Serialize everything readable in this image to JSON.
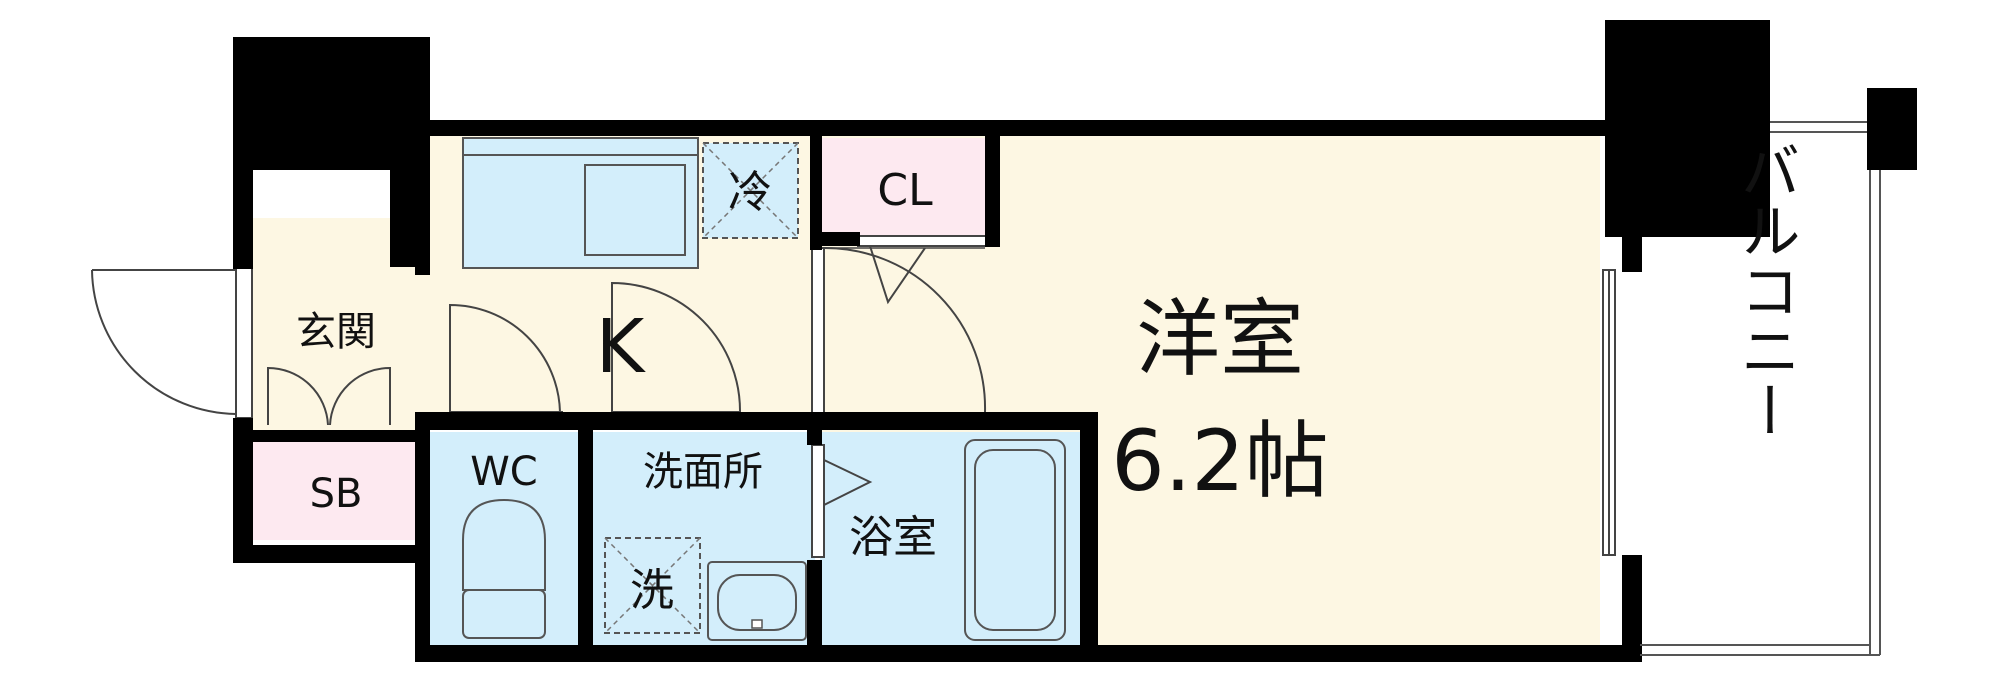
{
  "labels": {
    "western_room": "洋室",
    "western_room_size": "6.2帖",
    "kitchen": "K",
    "entrance": "玄関",
    "shoe_box": "SB",
    "toilet": "WC",
    "washroom": "洗面所",
    "bathroom": "浴室",
    "closet": "CL",
    "refrigerator": "冷",
    "washing_machine": "洗",
    "balcony": "バルコニー"
  },
  "colors": {
    "wall": "#000000",
    "living_floor": "#fdf7e3",
    "water_area": "#d3eefb",
    "storage": "#fde9f0",
    "outline": "#555555"
  }
}
